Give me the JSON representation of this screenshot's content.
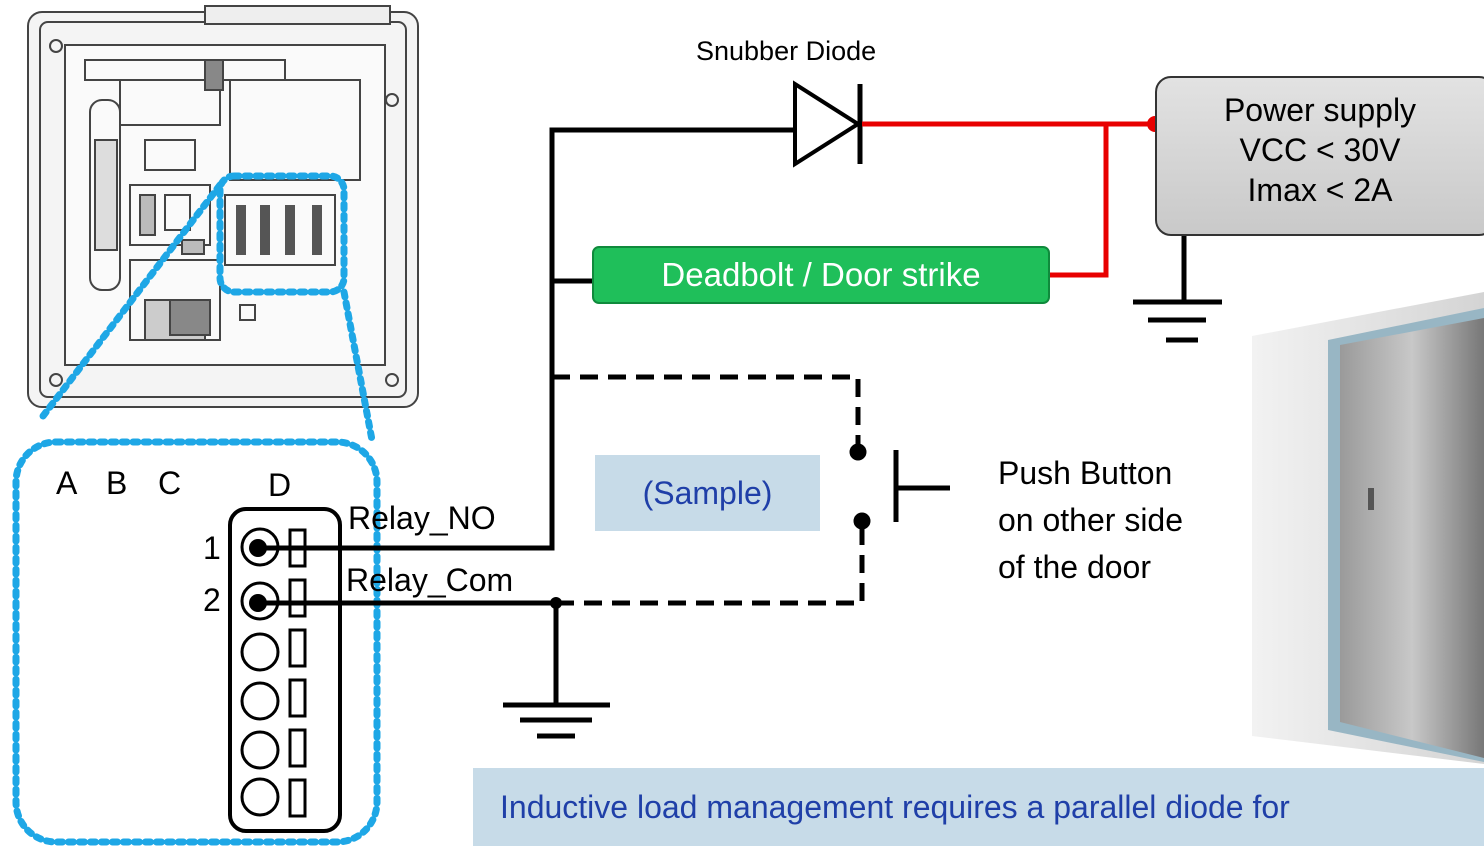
{
  "device": {
    "terminal_letters": [
      "A",
      "B",
      "C"
    ],
    "terminal_letter_d": "D",
    "pin_1": "1",
    "pin_2": "2"
  },
  "labels": {
    "snubber_diode": "Snubber Diode",
    "relay_no": "Relay_NO",
    "relay_com": "Relay_Com",
    "deadbolt": "Deadbolt / Door strike",
    "sample": "(Sample)",
    "push_button": [
      "Push Button",
      "on other side",
      "of the door"
    ],
    "power_supply": [
      "Power supply",
      "VCC < 30V",
      "Imax < 2A"
    ],
    "note": "Inductive load management requires a parallel diode for"
  },
  "colors": {
    "wire": "#000000",
    "power_wire": "#e80000",
    "deadbolt_fill": "#1fbf5a",
    "highlight_dotted": "#1ea7e6",
    "note_fill": "#c7dbe8",
    "note_text": "#1f3fa8"
  },
  "icons": [
    "diode-symbol",
    "ground-symbol",
    "push-button-switch",
    "door-image",
    "access-terminal-image"
  ]
}
